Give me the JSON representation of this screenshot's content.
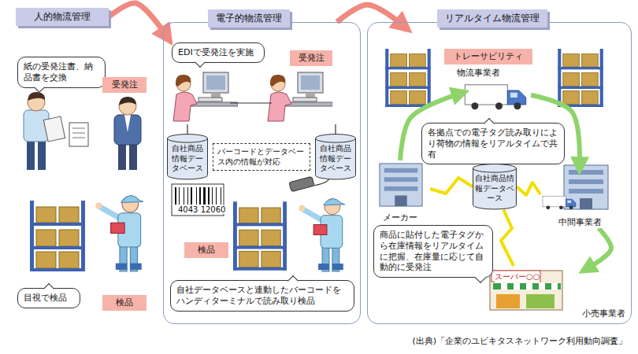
{
  "diagram": {
    "caption": "(出典)「企業のユビキタスネットワーク利用動向調査」",
    "nodes": [
      {
        "text": [
          "人的物流管理"
        ]
      },
      {
        "text": [
          "紙の受発注書、納品書を交換"
        ]
      },
      {
        "text": [
          "受発注"
        ]
      },
      {
        "text": [
          "目視で検品"
        ]
      },
      {
        "text": [
          "検品"
        ]
      },
      {
        "text": [
          "電子的物流管理"
        ]
      },
      {
        "text": [
          "EDIで受発注を実施"
        ],
        "in": 5
      },
      {
        "text": [
          "受発注"
        ],
        "in": 5
      },
      {
        "text": [
          "自社商品情報データベース"
        ],
        "in": 5
      },
      {
        "text": [
          "バーコードとデータベース内の情報が対応"
        ],
        "in": 5
      },
      {
        "text": [
          "自社商品情報データベース"
        ],
        "in": 5
      },
      {
        "text": [
          "検品"
        ],
        "in": 5
      },
      {
        "text": [
          "自社データベースと連動したバーコードをハンディターミナルで読み取り検品"
        ],
        "in": 5
      },
      {
        "text": [
          "リアルタイム物流管理"
        ]
      },
      {
        "text": [
          "トレーサビリティ"
        ],
        "in": 13
      },
      {
        "text": [
          "物流事業者"
        ],
        "in": 13
      },
      {
        "text": [
          "各拠点での電子タグ読み取りにより荷物の情報をリアルタイムで共有"
        ],
        "in": 13
      },
      {
        "text": [
          "メーカー"
        ],
        "in": 13
      },
      {
        "text": [
          "自社商品情報データベース"
        ],
        "in": 13
      },
      {
        "text": [
          "中間事業者"
        ],
        "in": 13
      },
      {
        "text": [
          "商品に貼付した電子タグから在庫情報をリアルタイムに把握、在庫量に応じて自動的に受発注"
        ],
        "in": 13
      },
      {
        "text": [
          "小売事業者"
        ],
        "in": 13
      }
    ],
    "edges": [
      {
        "from": 0,
        "to": 5,
        "arrow": "to"
      },
      {
        "from": 5,
        "to": 13,
        "arrow": "to"
      },
      {
        "from": 17,
        "to": 15,
        "arrow": "to"
      },
      {
        "from": 15,
        "to": 19,
        "arrow": "to"
      },
      {
        "from": 19,
        "to": 21,
        "arrow": "to"
      },
      {
        "from": 18,
        "to": 17,
        "arrow": "none"
      },
      {
        "from": 18,
        "to": 19,
        "arrow": "none"
      },
      {
        "from": 18,
        "to": 21,
        "arrow": "none"
      }
    ],
    "labels": [
      "4043 12060",
      "スーパー○○"
    ]
  }
}
